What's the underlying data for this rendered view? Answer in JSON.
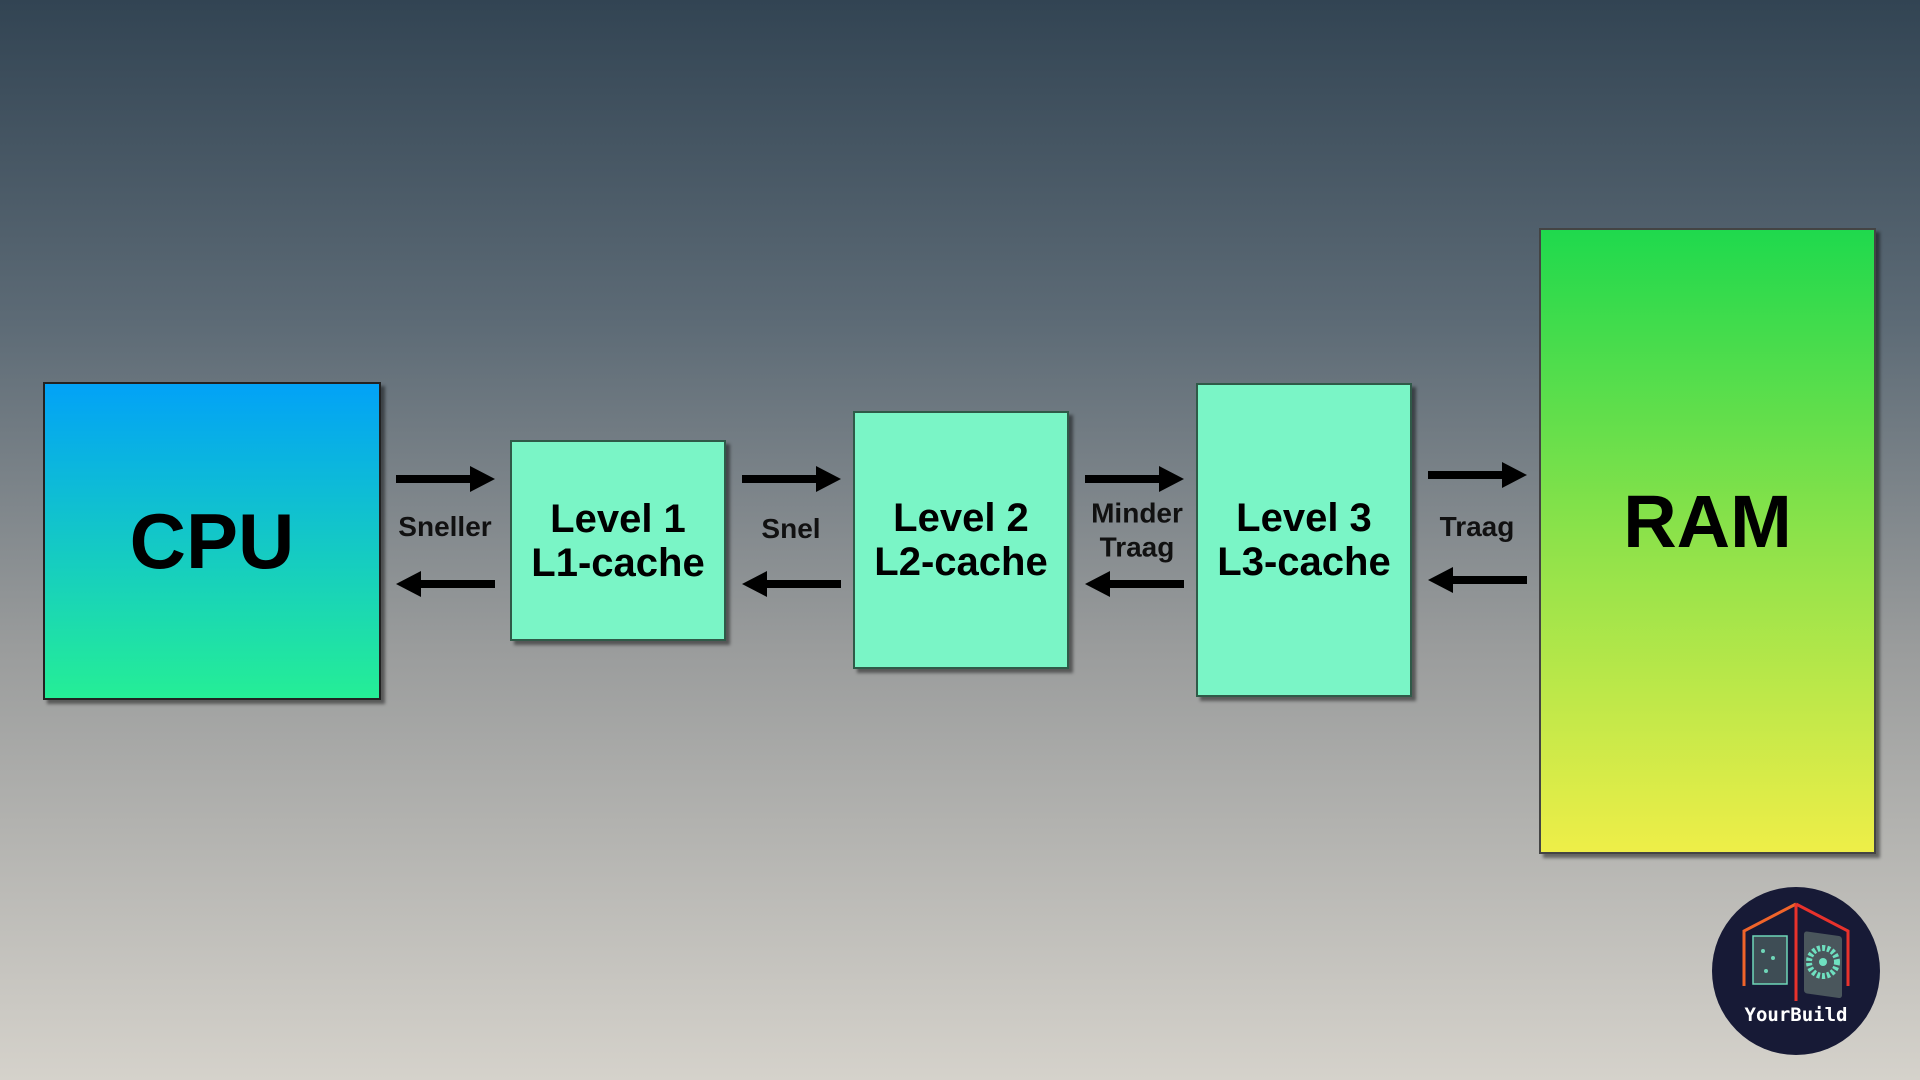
{
  "nodes": {
    "cpu": "CPU",
    "l1": {
      "line1": "Level 1",
      "line2": "L1-cache"
    },
    "l2": {
      "line1": "Level 2",
      "line2": "L2-cache"
    },
    "l3": {
      "line1": "Level 3",
      "line2": "L3-cache"
    },
    "ram": "RAM"
  },
  "links": [
    {
      "label": "Sneller"
    },
    {
      "label": "Snel"
    },
    {
      "label_line1": "Minder",
      "label_line2": "Traag"
    },
    {
      "label": "Traag"
    }
  ],
  "logo": {
    "text": "YourBuild"
  },
  "colors": {
    "cache": "#7af5c6",
    "cpu_top": "#02a2f7",
    "cpu_bottom": "#25ee96",
    "ram_top": "#1fd94d",
    "ram_bottom": "#eeee48",
    "logo_bg": "#171a36"
  }
}
